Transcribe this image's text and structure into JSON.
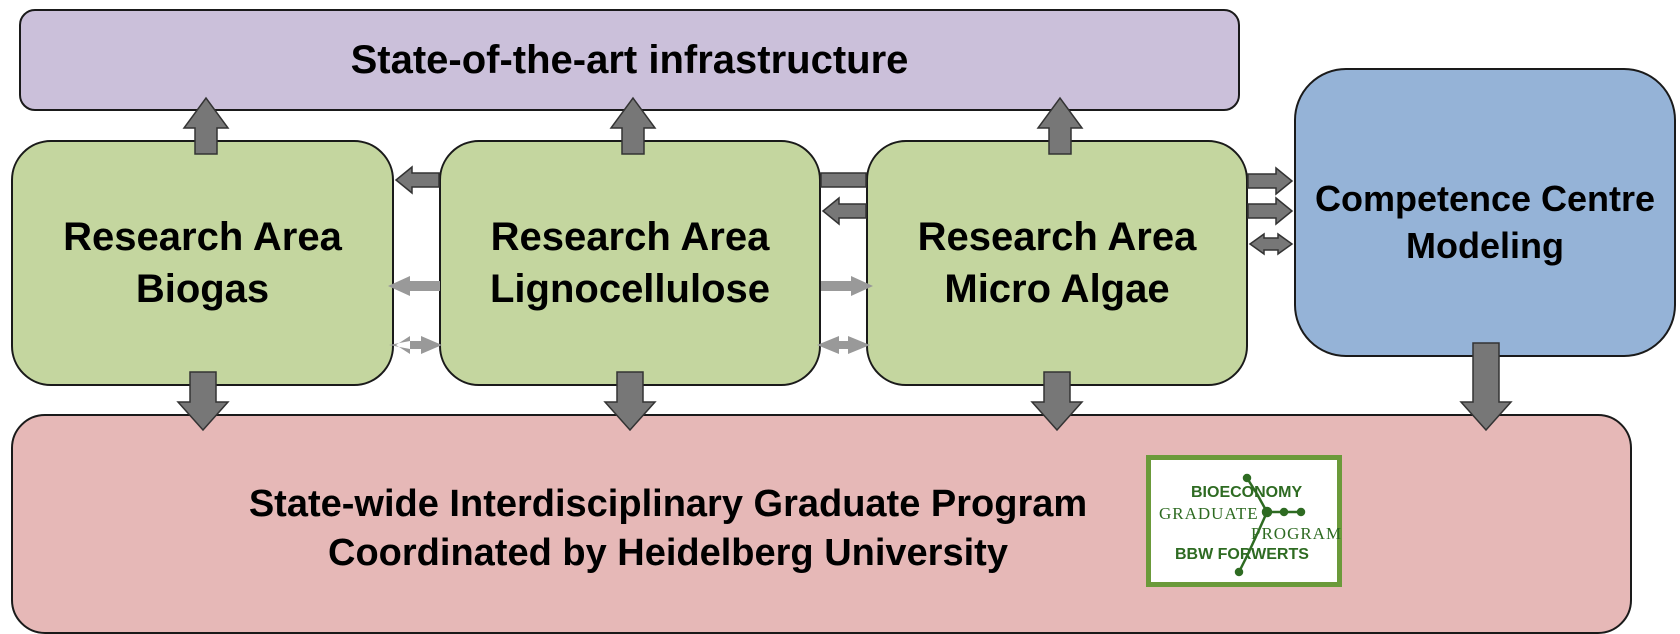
{
  "top_box": {
    "title": "State-of-the-art infrastructure"
  },
  "research_areas": [
    {
      "line1": "Research Area",
      "line2": "Biogas"
    },
    {
      "line1": "Research Area",
      "line2": "Lignocellulose"
    },
    {
      "line1": "Research Area",
      "line2": "Micro Algae"
    }
  ],
  "competence_centre": {
    "line1": "Competence Centre",
    "line2": "Modeling"
  },
  "graduate_program": {
    "line1": "State-wide Interdisciplinary Graduate Program",
    "line2": "Coordinated by Heidelberg University"
  },
  "logo": {
    "line1": "BIOECONOMY",
    "line2": "GRADUATE",
    "line3": "PROGRAM",
    "line4": "BBW FORWERTS"
  },
  "colors": {
    "infrastructure": "#cbc0da",
    "research_area": "#c4d69f",
    "competence_centre": "#95b3d7",
    "graduate_program": "#e6b8b7",
    "arrow_dark": "#777777",
    "arrow_light": "#999999",
    "logo_green": "#2e6b22"
  }
}
